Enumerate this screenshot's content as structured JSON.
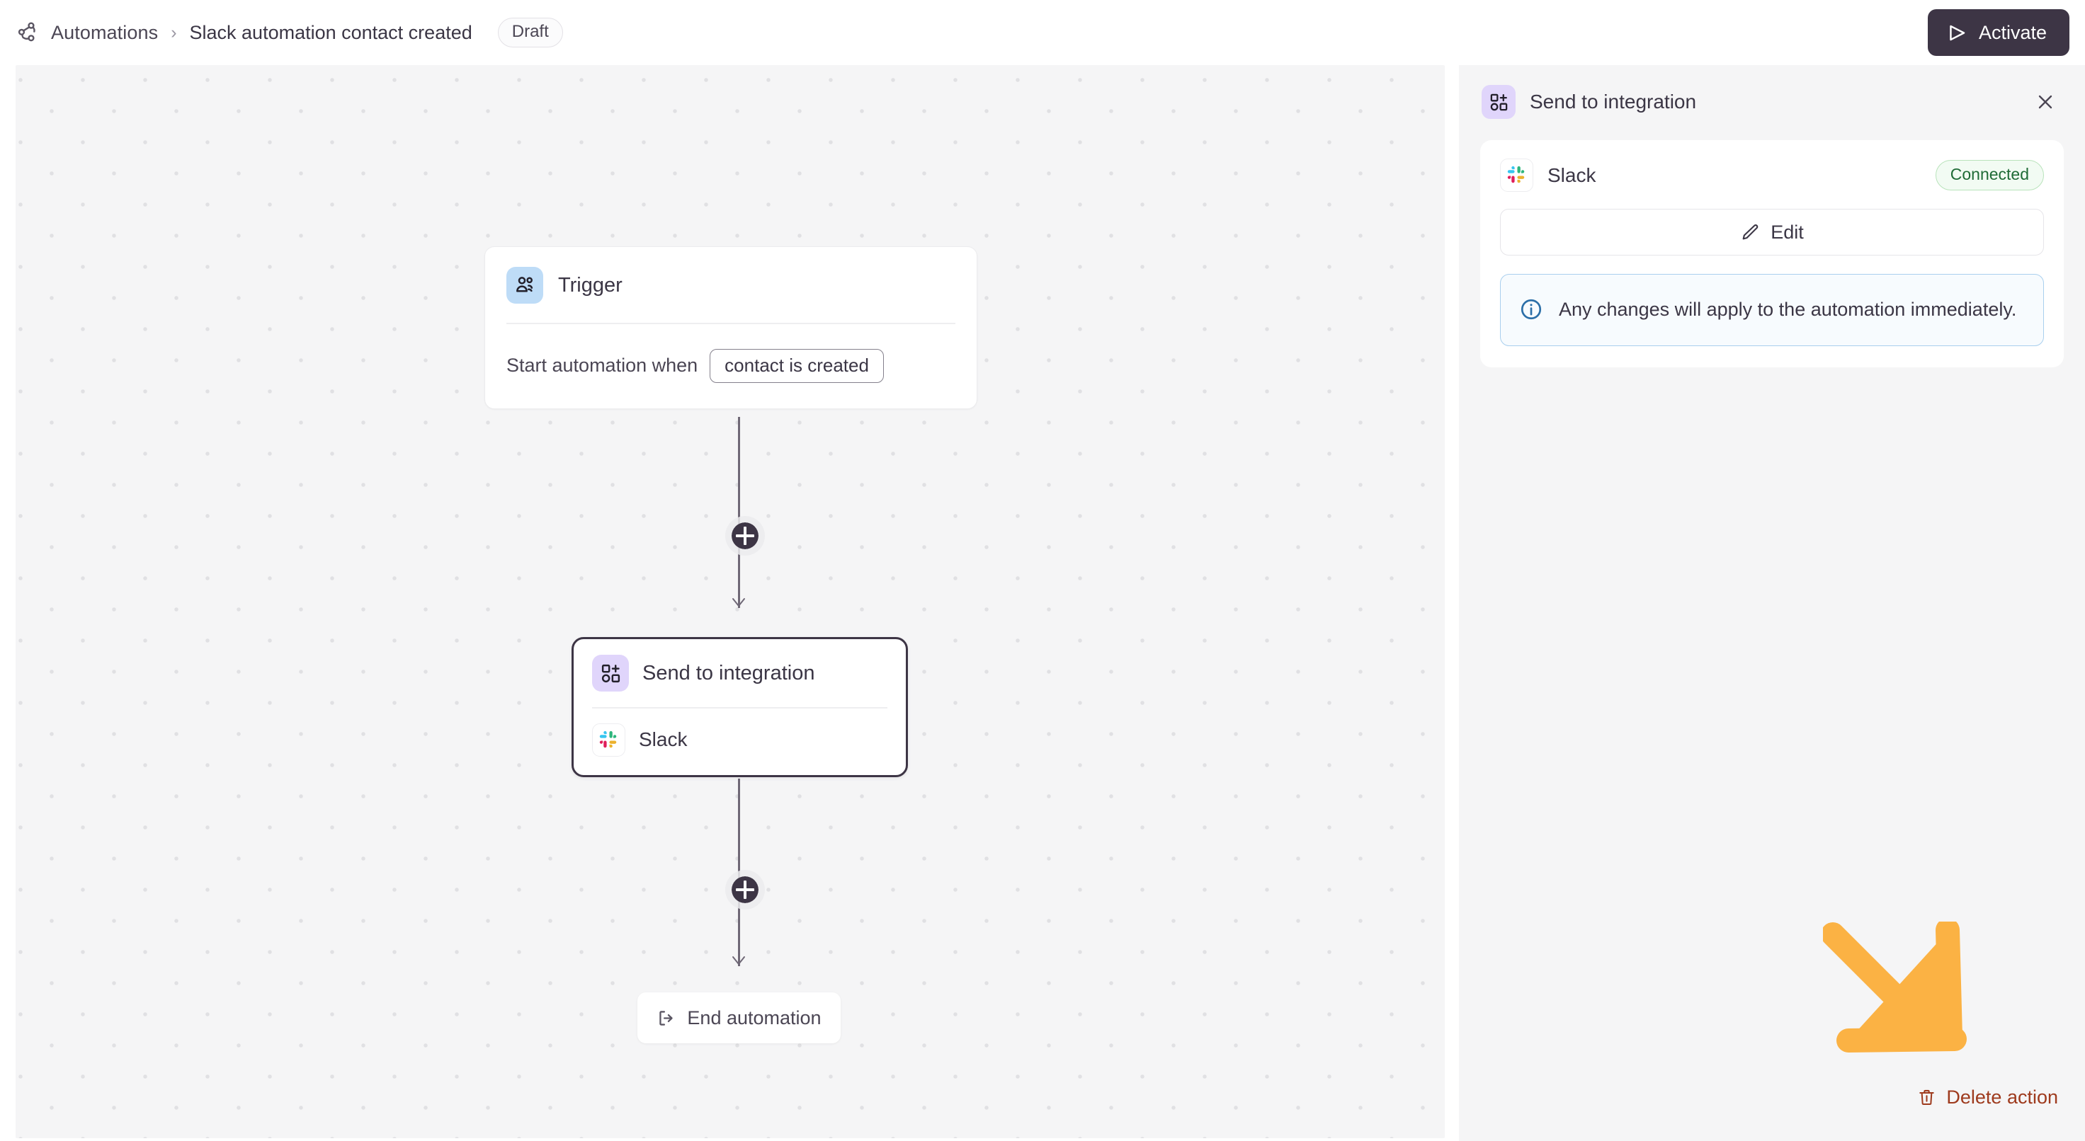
{
  "header": {
    "breadcrumb_icon": "automation-workflow-icon",
    "breadcrumb_root": "Automations",
    "breadcrumb_separator": "›",
    "breadcrumb_current": "Slack automation contact created",
    "status_badge": "Draft",
    "activate_label": "Activate",
    "activate_icon": "play-triangle-icon",
    "activate_bg": "#3d3545"
  },
  "canvas": {
    "background": "#f5f5f6",
    "dot_color": "#e0e0e3",
    "trigger_node": {
      "icon": "contacts-people-icon",
      "icon_tile_color": "#bedcf7",
      "title": "Trigger",
      "body_label": "Start automation when",
      "chip_value": "contact is created"
    },
    "action_node": {
      "icon": "integration-grid-plus-icon",
      "icon_tile_color": "#e0d5fb",
      "title": "Send to integration",
      "integration_icon": "slack-icon",
      "integration_name": "Slack",
      "selected_border": "#3d3545"
    },
    "add_step_buttons": [
      {
        "name": "add-step-button-1",
        "icon": "plus-icon"
      },
      {
        "name": "add-step-button-2",
        "icon": "plus-icon"
      }
    ],
    "end_node": {
      "icon": "exit-arrow-icon",
      "label": "End automation"
    }
  },
  "panel": {
    "icon": "integration-grid-plus-icon",
    "title": "Send to integration",
    "close_icon": "close-icon",
    "integration": {
      "icon": "slack-icon",
      "name": "Slack",
      "status_badge": "Connected",
      "status_color": "#1f6b36",
      "edit_label": "Edit",
      "edit_icon": "pencil-icon"
    },
    "info": {
      "icon": "info-circle-icon",
      "accent": "#a9cfee",
      "text": "Any changes will apply to the automation immediately."
    },
    "delete_label": "Delete action",
    "delete_icon": "trash-icon",
    "delete_color": "#9e3a1d",
    "annotation_arrow": {
      "name": "highlight-arrow",
      "color": "#fbb244"
    }
  }
}
